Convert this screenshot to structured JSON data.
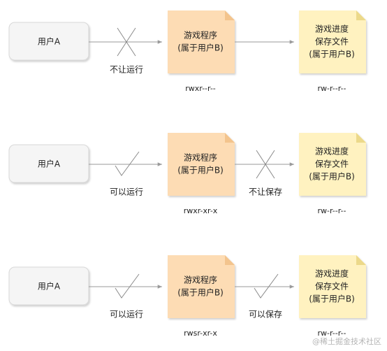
{
  "colors": {
    "user_fill": "#f5f5f5",
    "user_stroke": "#d8d8d8",
    "program_fill": "#fddcb4",
    "program_fold": "#f3c48d",
    "file_fill": "#fff2c0",
    "file_fold": "#ecd98a",
    "line": "#9a9a9a"
  },
  "rows": [
    {
      "user": "用户A",
      "program_lines": [
        "游戏程序",
        "(属于用户B)"
      ],
      "file_lines": [
        "游戏进度",
        "保存文件",
        "(属于用户B)"
      ],
      "link1_icon": "cross-icon",
      "link1_label": "不让运行",
      "link2_icon": "none",
      "link2_label": "",
      "program_perm": "rwxr--r--",
      "file_perm": "rw-r--r--"
    },
    {
      "user": "用户A",
      "program_lines": [
        "游戏程序",
        "(属于用户B)"
      ],
      "file_lines": [
        "游戏进度",
        "保存文件",
        "(属于用户B)"
      ],
      "link1_icon": "check-icon",
      "link1_label": "可以运行",
      "link2_icon": "cross-icon",
      "link2_label": "不让保存",
      "program_perm": "rwxr-xr-x",
      "file_perm": "rw-r--r--"
    },
    {
      "user": "用户A",
      "program_lines": [
        "游戏程序",
        "(属于用户B)"
      ],
      "file_lines": [
        "游戏进度",
        "保存文件",
        "(属于用户B)"
      ],
      "link1_icon": "check-icon",
      "link1_label": "可以运行",
      "link2_icon": "check-icon",
      "link2_label": "可以保存",
      "program_perm": "rwsr-xr-x",
      "file_perm": "rw-r--r--"
    }
  ],
  "watermark": "@稀土掘金技术社区"
}
